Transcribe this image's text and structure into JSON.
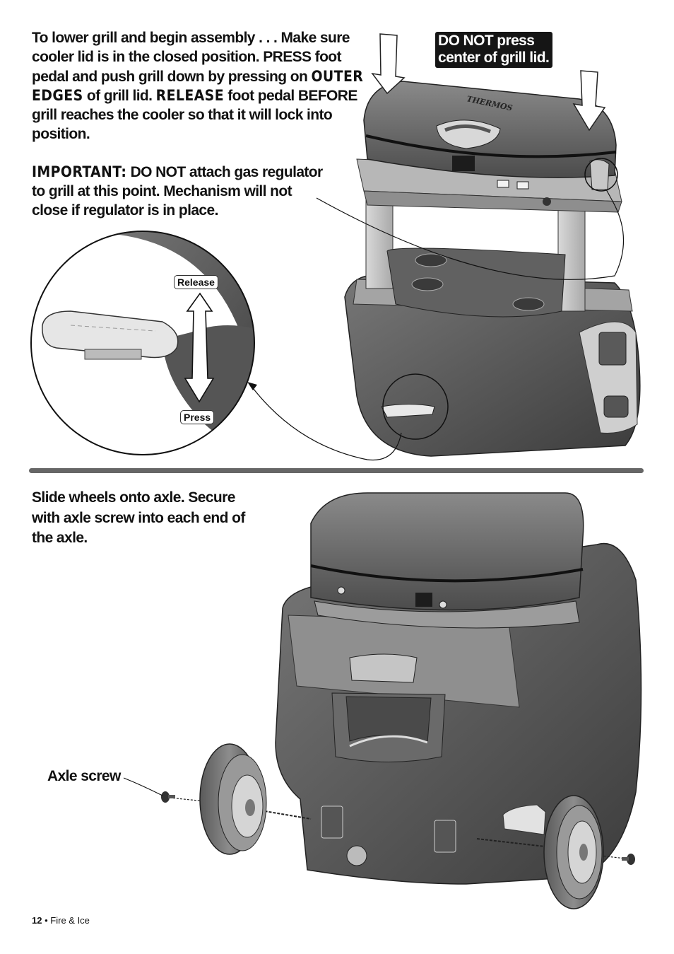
{
  "section1": {
    "instructions": {
      "part1": "To lower grill and begin assembly . . . Make sure cooler lid is in the closed position. PRESS foot pedal and push grill down by pressing on",
      "emphasis1": "OUTER EDGES",
      "part2": "of grill lid.",
      "emphasis2": "RELEASE",
      "part3": "foot pedal BEFORE grill reaches the cooler so that it will lock into position."
    },
    "important": {
      "label": "IMPORTANT:",
      "text": "DO NOT attach gas regulator to grill at this point. Mechanism will not close if regulator is in place."
    },
    "callout": {
      "line1": "DO NOT press",
      "line2": "center of grill lid."
    },
    "grill_logo": "THERMOS",
    "detail_labels": {
      "release": "Release",
      "press": "Press"
    }
  },
  "section2": {
    "instructions": "Slide wheels onto axle. Secure with axle screw into each end of the axle.",
    "axle_label": "Axle screw"
  },
  "footer": {
    "page_number": "12",
    "separator": "•",
    "title": "Fire & Ice"
  },
  "colors": {
    "body_dark": "#4a4a4a",
    "body_mid": "#6e6e6e",
    "body_light": "#9a9a9a",
    "callout_bg": "#151515",
    "divider": "#666666"
  }
}
